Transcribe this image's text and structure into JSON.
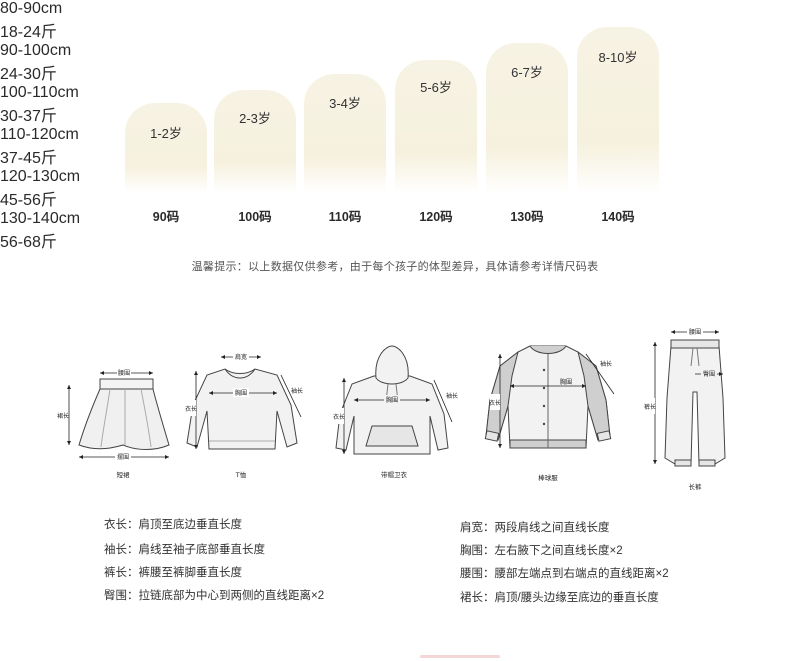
{
  "size_chart": [
    {
      "age": "1-2岁",
      "height": "80-90cm",
      "weight": "18-24斤",
      "size": "90码"
    },
    {
      "age": "2-3岁",
      "height": "90-100cm",
      "weight": "24-30斤",
      "size": "100码"
    },
    {
      "age": "3-4岁",
      "height": "100-110cm",
      "weight": "30-37斤",
      "size": "110码"
    },
    {
      "age": "5-6岁",
      "height": "110-120cm",
      "weight": "37-45斤",
      "size": "120码"
    },
    {
      "age": "6-7岁",
      "height": "120-130cm",
      "weight": "45-56斤",
      "size": "130码"
    },
    {
      "age": "8-10岁",
      "height": "130-140cm",
      "weight": "56-68斤",
      "size": "140码"
    }
  ],
  "tip": "温馨提示：以上数据仅供参考，由于每个孩子的体型差异，具体请参考详情尺码表",
  "garments": {
    "skirt": {
      "name": "短裙",
      "m_top": "腰围",
      "m_side": "裙长",
      "m_bottom": "摆围"
    },
    "tshirt": {
      "name": "T恤",
      "m_top": "肩宽",
      "m_chest": "胸围",
      "m_side": "衣长",
      "m_sleeve": "袖长"
    },
    "hoodie": {
      "name": "带帽卫衣",
      "m_chest": "胸围",
      "m_side": "衣长",
      "m_sleeve": "袖长"
    },
    "jacket": {
      "name": "棒球服",
      "m_chest": "胸围",
      "m_side": "衣长",
      "m_sleeve": "袖长"
    },
    "pants": {
      "name": "长裤",
      "m_top": "腰围",
      "m_hip": "臀围",
      "m_side": "裤长"
    }
  },
  "definitions_left": [
    {
      "term": "衣长：",
      "desc": "肩顶至底边垂直长度"
    },
    {
      "term": "袖长：",
      "desc": "肩线至袖子底部垂直长度"
    },
    {
      "term": "裤长：",
      "desc": "裤腰至裤脚垂直长度"
    },
    {
      "term": "臀围：",
      "desc": "拉链底部为中心到两侧的直线距离×2"
    }
  ],
  "definitions_right": [
    {
      "term": "肩宽：",
      "desc": "两段肩线之间直线长度"
    },
    {
      "term": "胸围：",
      "desc": "左右腋下之间直线长度×2"
    },
    {
      "term": "腰围：",
      "desc": "腰部左端点到右端点的直线距离×2"
    },
    {
      "term": "裙长：",
      "desc": "肩顶/腰头边缘至底边的垂直长度"
    }
  ]
}
